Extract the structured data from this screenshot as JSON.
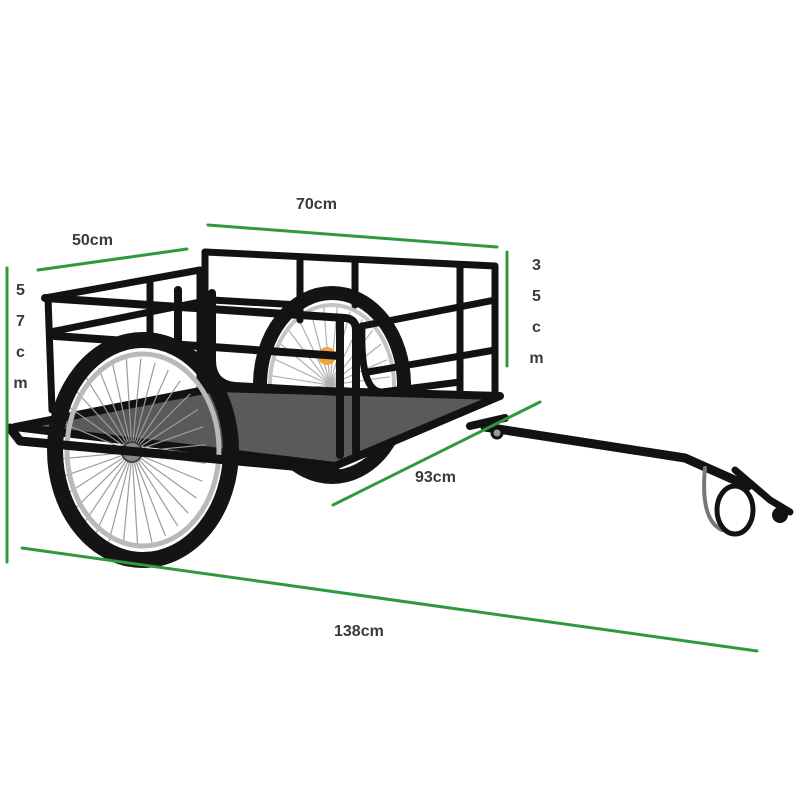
{
  "dimensions": {
    "box_length": "70cm",
    "box_width": "50cm",
    "overall_height": "57cm",
    "rail_height": "35cm",
    "bed_diagonal": "93cm",
    "total_length": "138cm"
  },
  "colors": {
    "dimension_line": "#2f9a3b",
    "label_text": "#3a3a3a",
    "frame": "#121212",
    "floor": "#5a5a5a",
    "rim": "#b9b9b9",
    "reflector": "#f3a43a"
  }
}
